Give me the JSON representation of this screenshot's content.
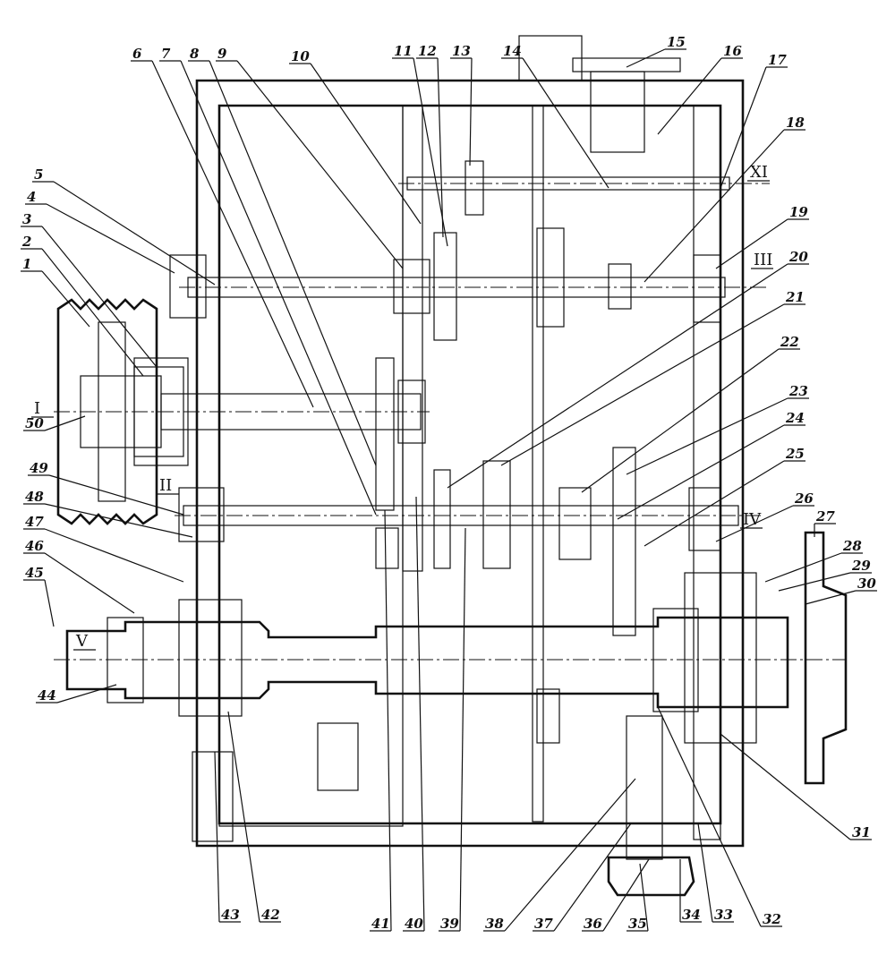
{
  "drawing": {
    "part_numbers": [
      "1",
      "2",
      "3",
      "4",
      "5",
      "6",
      "7",
      "8",
      "9",
      "10",
      "11",
      "12",
      "13",
      "14",
      "15",
      "16",
      "17",
      "18",
      "19",
      "20",
      "21",
      "22",
      "23",
      "24",
      "25",
      "26",
      "27",
      "28",
      "29",
      "30",
      "31",
      "32",
      "33",
      "34",
      "35",
      "36",
      "37",
      "38",
      "39",
      "40",
      "41",
      "42",
      "43",
      "44",
      "45",
      "46",
      "47",
      "48",
      "49",
      "50"
    ],
    "shaft_labels": [
      "I",
      "II",
      "III",
      "IV",
      "V",
      "XI"
    ],
    "line_color": "#111111",
    "paper_color": "#ffffff"
  }
}
